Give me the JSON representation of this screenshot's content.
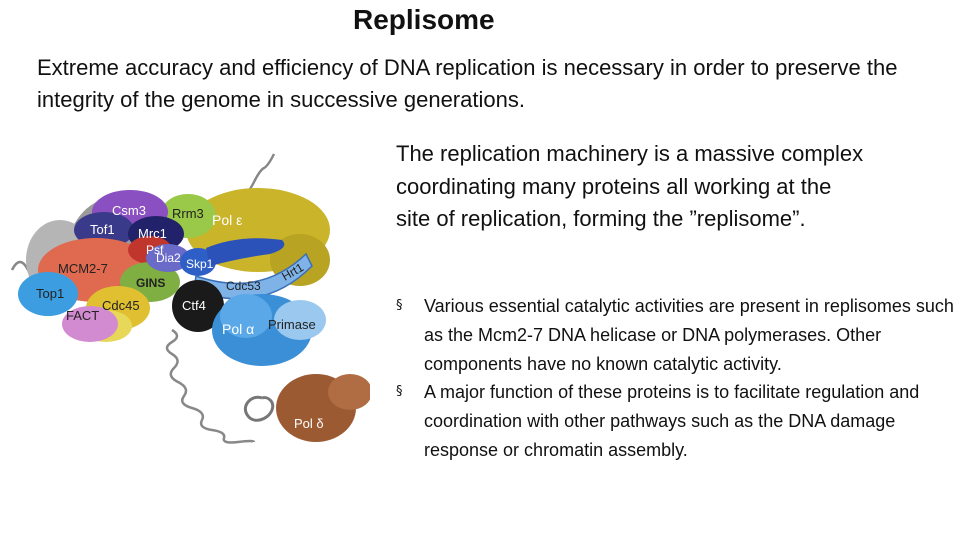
{
  "title": "Replisome",
  "intro": "Extreme accuracy and efficiency of DNA replication is necessary in order to preserve the integrity of the genome in  successive generations.",
  "lead": "The replication machinery is a massive complex coordinating many proteins all working at the site of replication, forming the ”replisome”.",
  "bullet_marker": "§",
  "bullets": [
    "Various essential catalytic activities are present in replisomes such as the Mcm2-7 DNA helicase or DNA polymerases. Other components have no known catalytic activity.",
    "A major function of these proteins is to facilitate regulation and coordination with other pathways such as the DNA damage response or chromatin assembly."
  ],
  "diagram": {
    "labels": {
      "csm3": "Csm3",
      "rrm3": "Rrm3",
      "pol_epsilon": "Pol ε",
      "tof1": "Tof1",
      "mrc1": "Mrc1",
      "psf": "Psf",
      "dia2": "Dia2",
      "skp1": "Skp1",
      "hrt1": "Hrt1",
      "mcm": "MCM2-7",
      "gins": "GINS",
      "cdc53": "Cdc53",
      "top1": "Top1",
      "cdc45": "Cdc45",
      "ctf4": "Ctf4",
      "fact": "FACT",
      "pol_alpha": "Pol α",
      "primase": "Primase",
      "pol_delta": "Pol δ"
    },
    "colors": {
      "pol_epsilon": "#c9b42a",
      "pol_alpha": "#3a8fd6",
      "pol_delta": "#9c5a32",
      "mcm": "#e06a50",
      "cdc45": "#e0c030",
      "gins": "#7fae42",
      "csm3": "#8a4fc0",
      "top1": "#3c9ee0",
      "fact": "#d28ad0",
      "dna": "#888888"
    }
  }
}
